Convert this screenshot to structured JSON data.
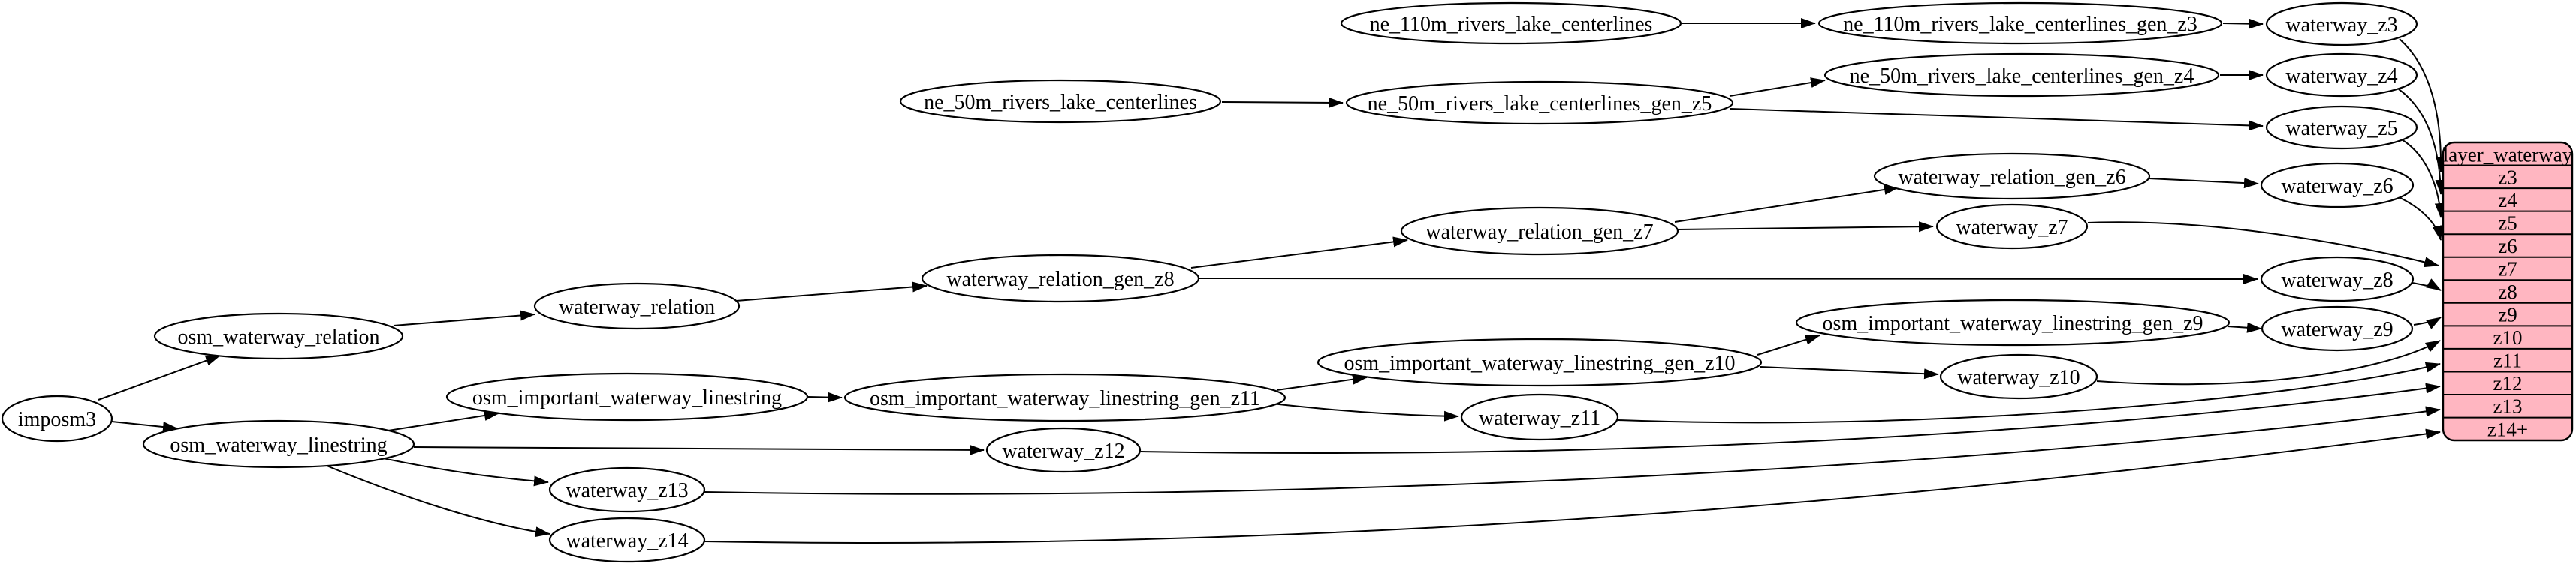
{
  "diagram": {
    "type": "etl-dependency-graph",
    "colors": {
      "background": "#ffffff",
      "node_fill": "#ffffff",
      "node_stroke": "#000000",
      "edge": "#000000",
      "table_fill": "#ffb6c1",
      "table_stroke": "#000000"
    }
  },
  "nodes": {
    "imposm3": "imposm3",
    "osm_waterway_relation": "osm_waterway_relation",
    "waterway_relation": "waterway_relation",
    "waterway_relation_gen_z8": "waterway_relation_gen_z8",
    "waterway_relation_gen_z7": "waterway_relation_gen_z7",
    "waterway_relation_gen_z6": "waterway_relation_gen_z6",
    "osm_waterway_linestring": "osm_waterway_linestring",
    "osm_important_waterway_linestring": "osm_important_waterway_linestring",
    "osm_important_waterway_linestring_gen_z11": "osm_important_waterway_linestring_gen_z11",
    "osm_important_waterway_linestring_gen_z10": "osm_important_waterway_linestring_gen_z10",
    "osm_important_waterway_linestring_gen_z9": "osm_important_waterway_linestring_gen_z9",
    "ne_110m_rivers_lake_centerlines": "ne_110m_rivers_lake_centerlines",
    "ne_110m_rivers_lake_centerlines_gen_z3": "ne_110m_rivers_lake_centerlines_gen_z3",
    "ne_50m_rivers_lake_centerlines": "ne_50m_rivers_lake_centerlines",
    "ne_50m_rivers_lake_centerlines_gen_z5": "ne_50m_rivers_lake_centerlines_gen_z5",
    "ne_50m_rivers_lake_centerlines_gen_z4": "ne_50m_rivers_lake_centerlines_gen_z4",
    "waterway_z3": "waterway_z3",
    "waterway_z4": "waterway_z4",
    "waterway_z5": "waterway_z5",
    "waterway_z6": "waterway_z6",
    "waterway_z7": "waterway_z7",
    "waterway_z8": "waterway_z8",
    "waterway_z9": "waterway_z9",
    "waterway_z10": "waterway_z10",
    "waterway_z11": "waterway_z11",
    "waterway_z12": "waterway_z12",
    "waterway_z13": "waterway_z13",
    "waterway_z14": "waterway_z14"
  },
  "table": {
    "header": "layer_waterway",
    "fill": "#ffb6c1",
    "rows": [
      "z3",
      "z4",
      "z5",
      "z6",
      "z7",
      "z8",
      "z9",
      "z10",
      "z11",
      "z12",
      "z13",
      "z14+"
    ]
  },
  "edges": [
    {
      "from": "imposm3",
      "to": "osm_waterway_relation"
    },
    {
      "from": "imposm3",
      "to": "osm_waterway_linestring"
    },
    {
      "from": "osm_waterway_relation",
      "to": "waterway_relation"
    },
    {
      "from": "waterway_relation",
      "to": "waterway_relation_gen_z8"
    },
    {
      "from": "waterway_relation_gen_z8",
      "to": "waterway_relation_gen_z7"
    },
    {
      "from": "waterway_relation_gen_z8",
      "to": "waterway_z8"
    },
    {
      "from": "waterway_relation_gen_z7",
      "to": "waterway_relation_gen_z6"
    },
    {
      "from": "waterway_relation_gen_z7",
      "to": "waterway_z7"
    },
    {
      "from": "waterway_relation_gen_z6",
      "to": "waterway_z6"
    },
    {
      "from": "osm_waterway_linestring",
      "to": "osm_important_waterway_linestring"
    },
    {
      "from": "osm_waterway_linestring",
      "to": "waterway_z12"
    },
    {
      "from": "osm_waterway_linestring",
      "to": "waterway_z13"
    },
    {
      "from": "osm_waterway_linestring",
      "to": "waterway_z14"
    },
    {
      "from": "osm_important_waterway_linestring",
      "to": "osm_important_waterway_linestring_gen_z11"
    },
    {
      "from": "osm_important_waterway_linestring_gen_z11",
      "to": "osm_important_waterway_linestring_gen_z10"
    },
    {
      "from": "osm_important_waterway_linestring_gen_z11",
      "to": "waterway_z11"
    },
    {
      "from": "osm_important_waterway_linestring_gen_z10",
      "to": "osm_important_waterway_linestring_gen_z9"
    },
    {
      "from": "osm_important_waterway_linestring_gen_z10",
      "to": "waterway_z10"
    },
    {
      "from": "osm_important_waterway_linestring_gen_z9",
      "to": "waterway_z9"
    },
    {
      "from": "ne_110m_rivers_lake_centerlines",
      "to": "ne_110m_rivers_lake_centerlines_gen_z3"
    },
    {
      "from": "ne_110m_rivers_lake_centerlines_gen_z3",
      "to": "waterway_z3"
    },
    {
      "from": "ne_50m_rivers_lake_centerlines",
      "to": "ne_50m_rivers_lake_centerlines_gen_z5"
    },
    {
      "from": "ne_50m_rivers_lake_centerlines_gen_z5",
      "to": "ne_50m_rivers_lake_centerlines_gen_z4"
    },
    {
      "from": "ne_50m_rivers_lake_centerlines_gen_z5",
      "to": "waterway_z5"
    },
    {
      "from": "ne_50m_rivers_lake_centerlines_gen_z4",
      "to": "waterway_z4"
    },
    {
      "from": "waterway_z3",
      "to": "layer_waterway.z3"
    },
    {
      "from": "waterway_z4",
      "to": "layer_waterway.z4"
    },
    {
      "from": "waterway_z5",
      "to": "layer_waterway.z5"
    },
    {
      "from": "waterway_z6",
      "to": "layer_waterway.z6"
    },
    {
      "from": "waterway_z7",
      "to": "layer_waterway.z7"
    },
    {
      "from": "waterway_z8",
      "to": "layer_waterway.z8"
    },
    {
      "from": "waterway_z9",
      "to": "layer_waterway.z9"
    },
    {
      "from": "waterway_z10",
      "to": "layer_waterway.z10"
    },
    {
      "from": "waterway_z11",
      "to": "layer_waterway.z11"
    },
    {
      "from": "waterway_z12",
      "to": "layer_waterway.z12"
    },
    {
      "from": "waterway_z13",
      "to": "layer_waterway.z13"
    },
    {
      "from": "waterway_z14",
      "to": "layer_waterway.z14+"
    }
  ]
}
